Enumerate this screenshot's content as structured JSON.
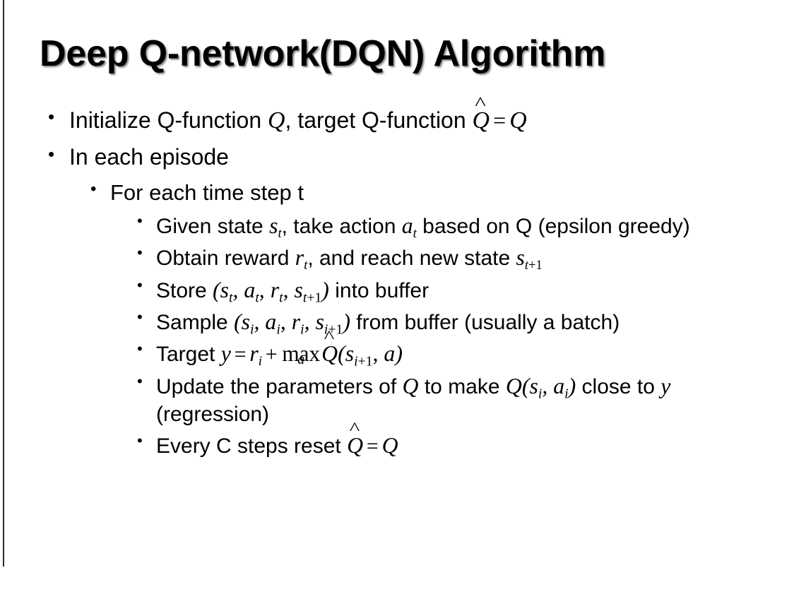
{
  "slide": {
    "background_color": "#ffffff",
    "text_color": "#000000",
    "accent_rule_color": "#2b2b2b",
    "title": "Deep Q-network(DQN) Algorithm"
  },
  "bullets": {
    "b1": {
      "level": 1,
      "marker": "•",
      "pre": "Initialize Q-function ",
      "math1": "Q",
      "mid": ", target Q-function ",
      "math2": "Q̂",
      "eq": "=",
      "math3": "Q",
      "plain": "Initialize Q-function Q, target Q-function Q̂ = Q"
    },
    "b2": {
      "level": 1,
      "marker": "•",
      "text": "In each episode"
    },
    "b3": {
      "level": 2,
      "marker": "•",
      "text": "For each time step t"
    },
    "b4": {
      "level": 3,
      "marker": "•",
      "pre": "Given state ",
      "m_s": "s",
      "m_s_sub": "t",
      "mid1": ", take action ",
      "m_a": "a",
      "m_a_sub": "t",
      "post": " based on Q (epsilon greedy)",
      "plain": "Given state s_t, take action a_t based on Q (epsilon greedy)"
    },
    "b5": {
      "level": 3,
      "marker": "•",
      "pre": "Obtain reward ",
      "m_r": "r",
      "m_r_sub": "t",
      "mid": ", and reach new state ",
      "m_s": "s",
      "m_s_sub": "t+1",
      "plain": "Obtain reward r_t, and reach new state s_{t+1}"
    },
    "b6": {
      "level": 3,
      "marker": "•",
      "pre": "Store ",
      "tuple": "(s_t, a_t, r_t, s_{t+1})",
      "post": " into buffer",
      "plain": "Store (s_t, a_t, r_t, s_{t+1}) into buffer"
    },
    "b7": {
      "level": 3,
      "marker": "•",
      "pre": "Sample ",
      "tuple": "(s_i, a_i, r_i, s_{i+1})",
      "post": " from buffer (usually a batch)",
      "plain": "Sample (s_i, a_i, r_i, s_{i+1}) from buffer (usually a batch)"
    },
    "b8": {
      "level": 3,
      "marker": "•",
      "pre": "Target ",
      "m_y": "y",
      "eq": "=",
      "m_r": "r",
      "m_r_sub": "i",
      "plus": "+",
      "maxop": "max",
      "max_limit": "a",
      "m_qhat": "Q̂",
      "arg": "(s_{i+1}, a)",
      "plain": "Target y = r_i + max_a Q̂(s_{i+1}, a)"
    },
    "b9": {
      "level": 3,
      "marker": "•",
      "pre": "Update the parameters of ",
      "m_q1": "Q",
      "mid1": " to make ",
      "m_q2": "Q",
      "arg": "(s_i, a_i)",
      "mid2": " close to ",
      "m_y": "y",
      "post": " (regression)",
      "plain": "Update the parameters of Q to make Q(s_i, a_i) close to y (regression)"
    },
    "b10": {
      "level": 3,
      "marker": "•",
      "pre": "Every C steps reset ",
      "m_qhat": "Q̂",
      "eq": "=",
      "m_q": "Q",
      "plain": "Every C steps reset Q̂ = Q"
    }
  }
}
